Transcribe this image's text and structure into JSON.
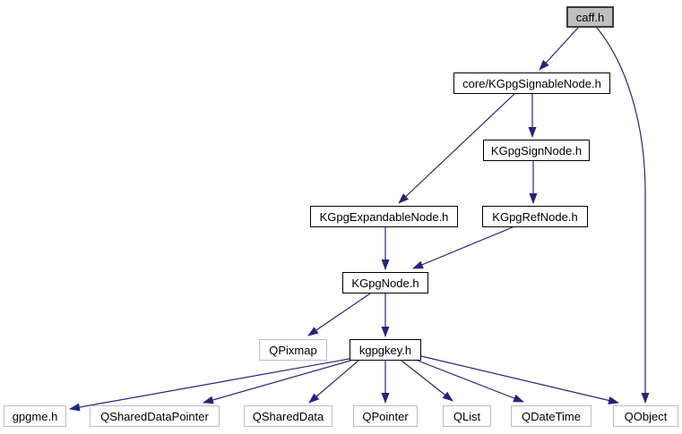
{
  "diagram": {
    "kind": "include-dependency-graph",
    "colors": {
      "edge": "#24247e",
      "root_fill": "#bfbfbf",
      "root_border": "#3d3d3d",
      "node_border": "#000000",
      "external_border": "#bebebe",
      "background": "#ffffff"
    },
    "nodes": [
      {
        "label": "caff.h",
        "style": "root"
      },
      {
        "label": "core/KGpgSignableNode.h",
        "style": "linked"
      },
      {
        "label": "KGpgSignNode.h",
        "style": "linked"
      },
      {
        "label": "KGpgExpandableNode.h",
        "style": "linked"
      },
      {
        "label": "KGpgRefNode.h",
        "style": "linked"
      },
      {
        "label": "KGpgNode.h",
        "style": "linked"
      },
      {
        "label": "QPixmap",
        "style": "external"
      },
      {
        "label": "kgpgkey.h",
        "style": "linked"
      },
      {
        "label": "gpgme.h",
        "style": "external"
      },
      {
        "label": "QSharedDataPointer",
        "style": "external"
      },
      {
        "label": "QSharedData",
        "style": "external"
      },
      {
        "label": "QPointer",
        "style": "external"
      },
      {
        "label": "QList",
        "style": "external"
      },
      {
        "label": "QDateTime",
        "style": "external"
      },
      {
        "label": "QObject",
        "style": "external"
      }
    ],
    "edges": [
      {
        "from": "caff.h",
        "to": "core/KGpgSignableNode.h"
      },
      {
        "from": "caff.h",
        "to": "QObject"
      },
      {
        "from": "core/KGpgSignableNode.h",
        "to": "KGpgSignNode.h"
      },
      {
        "from": "core/KGpgSignableNode.h",
        "to": "KGpgExpandableNode.h"
      },
      {
        "from": "KGpgSignNode.h",
        "to": "KGpgRefNode.h"
      },
      {
        "from": "KGpgExpandableNode.h",
        "to": "KGpgNode.h"
      },
      {
        "from": "KGpgRefNode.h",
        "to": "KGpgNode.h"
      },
      {
        "from": "KGpgNode.h",
        "to": "QPixmap"
      },
      {
        "from": "KGpgNode.h",
        "to": "kgpgkey.h"
      },
      {
        "from": "kgpgkey.h",
        "to": "gpgme.h"
      },
      {
        "from": "kgpgkey.h",
        "to": "QSharedDataPointer"
      },
      {
        "from": "kgpgkey.h",
        "to": "QSharedData"
      },
      {
        "from": "kgpgkey.h",
        "to": "QPointer"
      },
      {
        "from": "kgpgkey.h",
        "to": "QList"
      },
      {
        "from": "kgpgkey.h",
        "to": "QDateTime"
      },
      {
        "from": "kgpgkey.h",
        "to": "QObject"
      }
    ]
  }
}
